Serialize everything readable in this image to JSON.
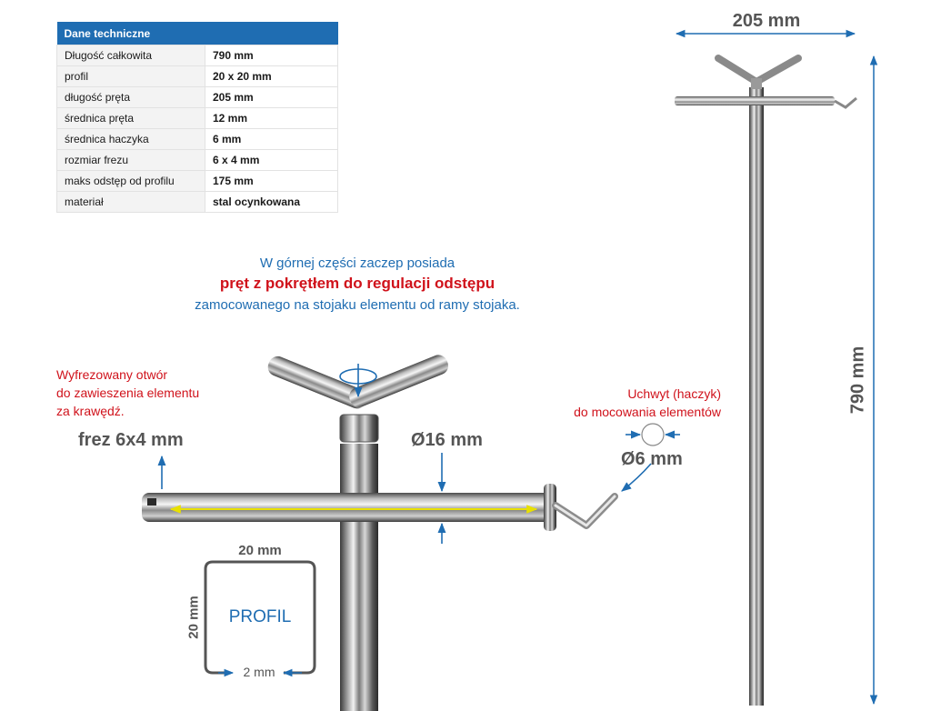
{
  "specs": {
    "header": "Dane techniczne",
    "rows": [
      {
        "key": "Długość całkowita",
        "value": "790 mm"
      },
      {
        "key": "profil",
        "value": "20 x 20 mm"
      },
      {
        "key": "długość pręta",
        "value": "205 mm"
      },
      {
        "key": "średnica pręta",
        "value": "12 mm"
      },
      {
        "key": "średnica haczyka",
        "value": "6 mm"
      },
      {
        "key": "rozmiar frezu",
        "value": "6 x 4 mm"
      },
      {
        "key": "maks odstęp od profilu",
        "value": "175 mm"
      },
      {
        "key": "materiał",
        "value": "stal ocynkowana"
      }
    ]
  },
  "intro": {
    "line1": "W górnej części zaczep posiada",
    "line2": "pręt z pokrętłem do regulacji odstępu",
    "line3": "zamocowanego na stojaku elementu od ramy stojaka."
  },
  "callouts": {
    "slot_line1": "Wyfrezowany otwór",
    "slot_line2": "do zawieszenia elementu",
    "slot_line3": "za krawędź.",
    "hook_line1": "Uchwyt (haczyk)",
    "hook_line2": "do mocowania elementów"
  },
  "dimensions": {
    "mill": "frez 6x4 mm",
    "rod_diameter": "Ø16 mm",
    "hook_diameter": "Ø6 mm",
    "total_width": "205 mm",
    "total_height": "790 mm"
  },
  "profile": {
    "label": "PROFIL",
    "top": "20 mm",
    "side": "20 mm",
    "bottom": "2 mm"
  },
  "colors": {
    "blue": "#1f6db2",
    "red": "#d0121b",
    "gray_text": "#555555",
    "dimension_line": "#1f6db2",
    "measure_line": "#e8e000"
  }
}
